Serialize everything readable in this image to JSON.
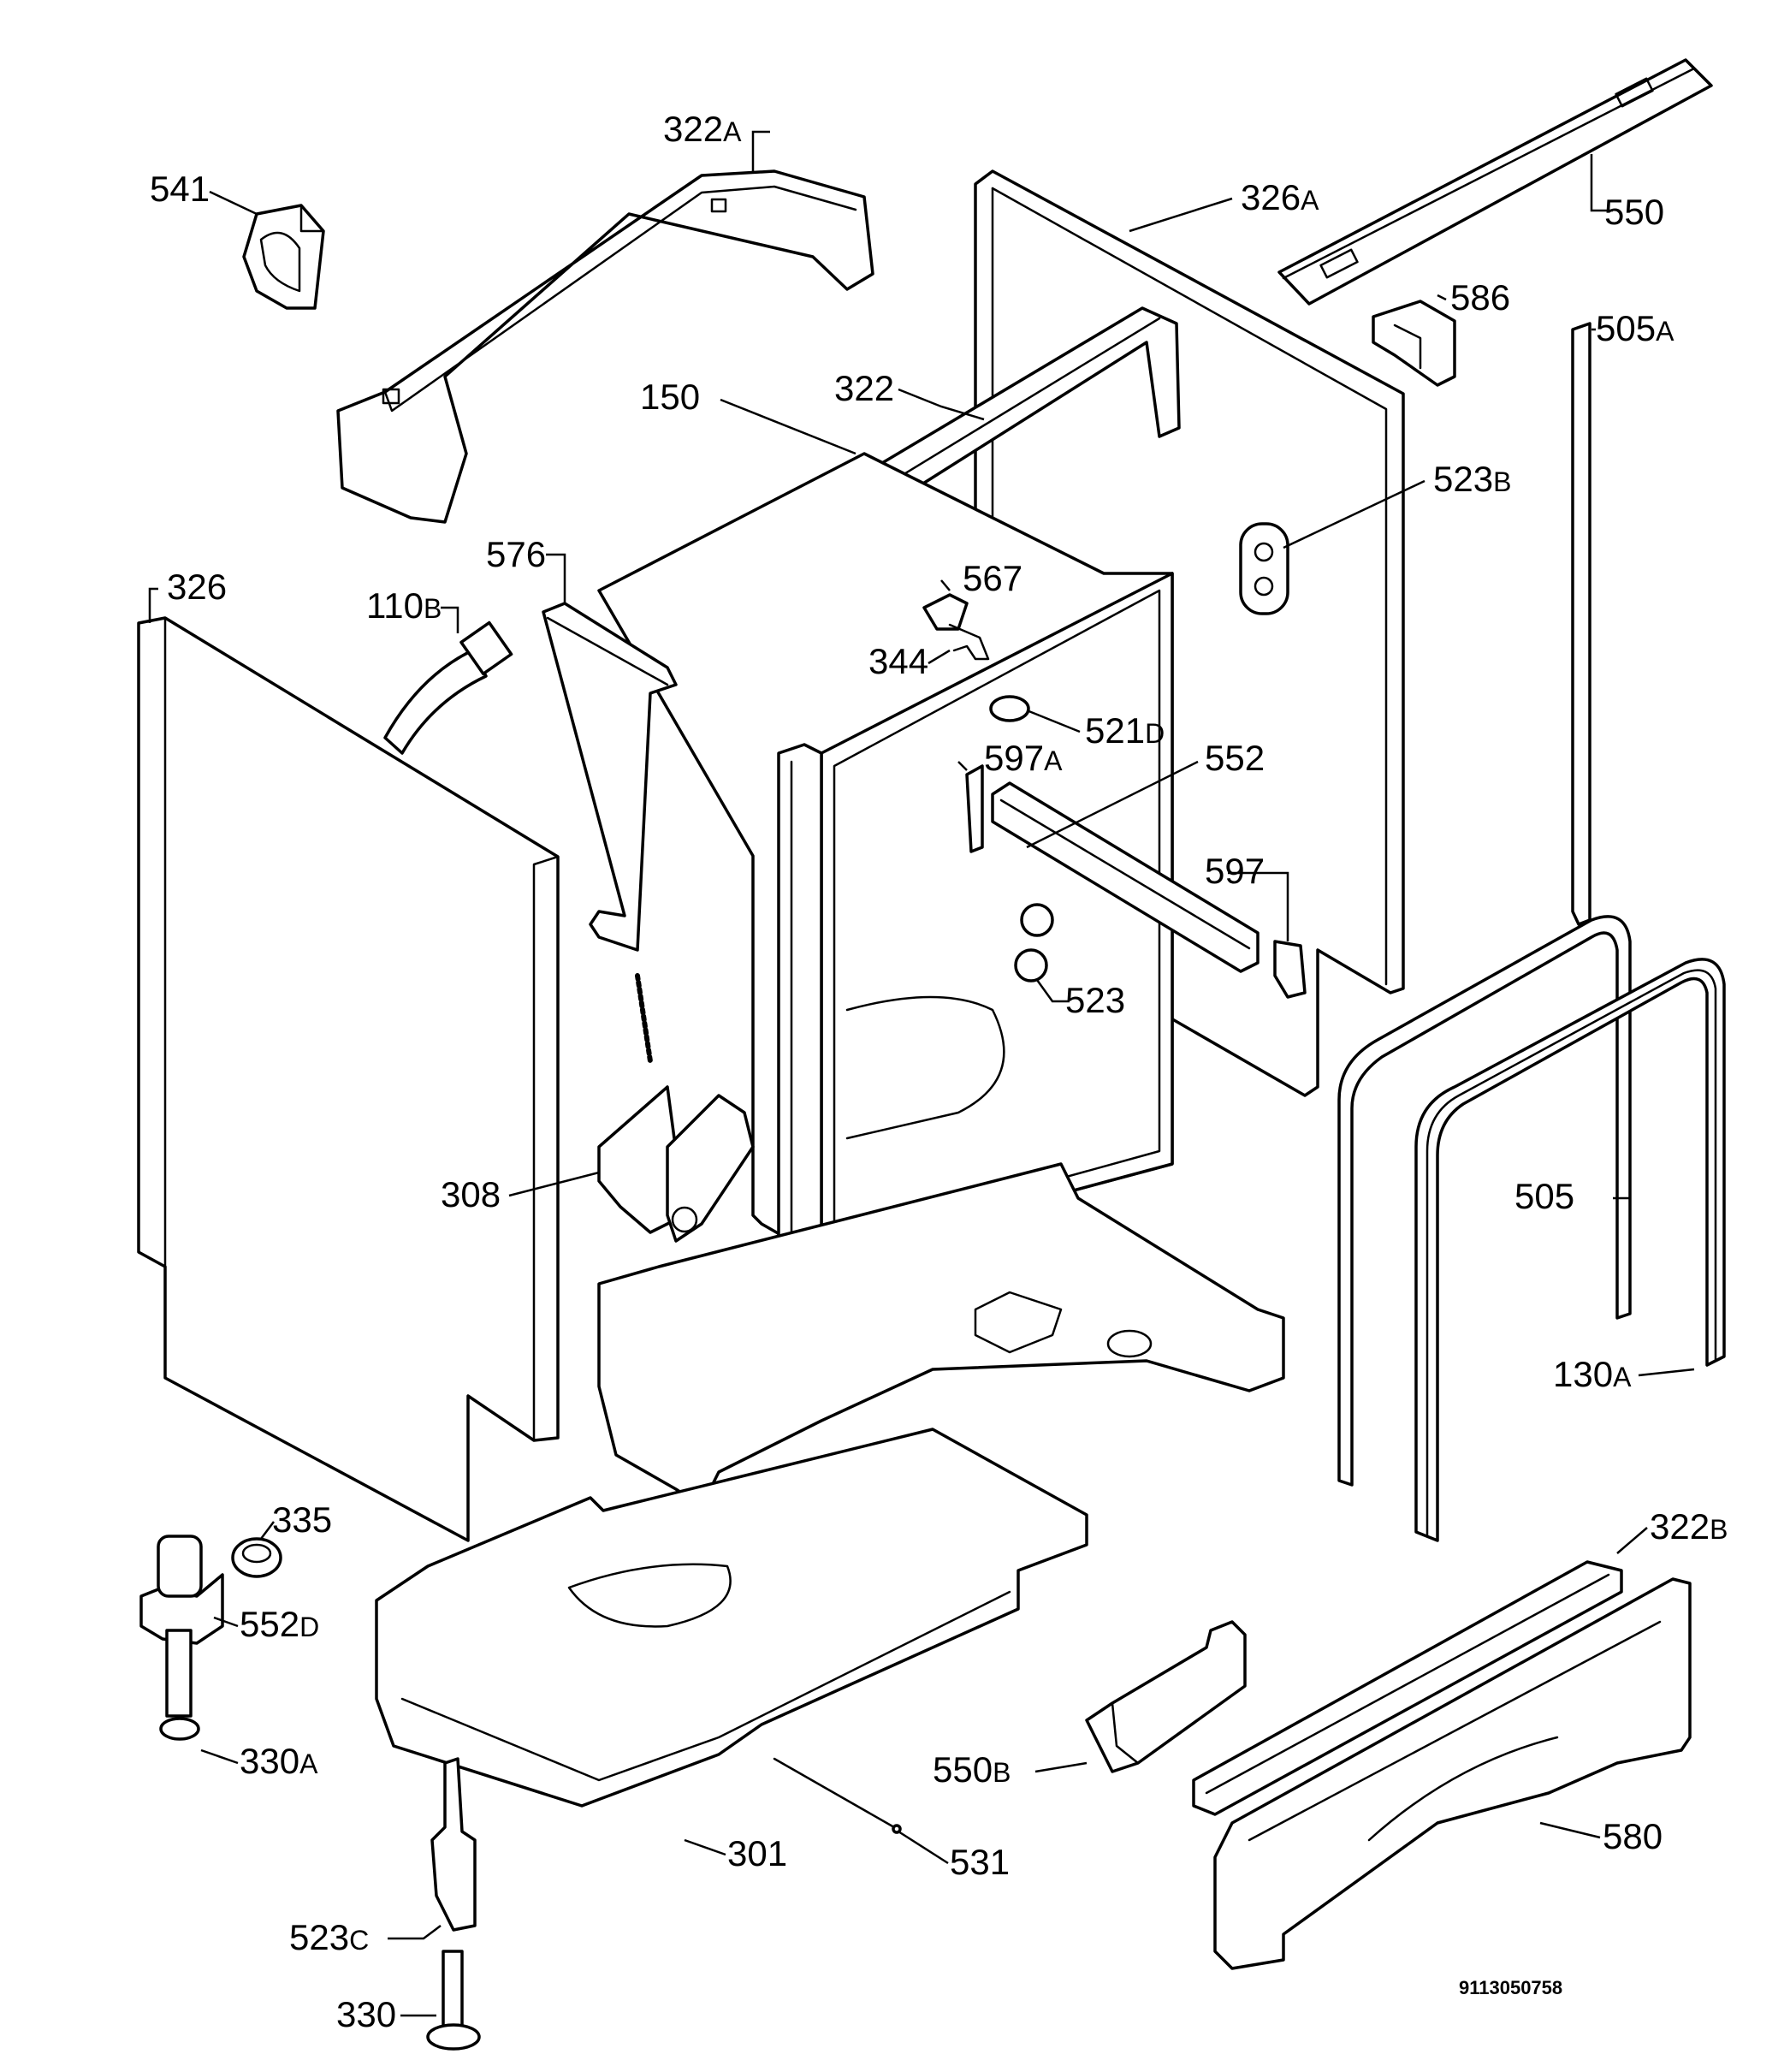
{
  "diagram": {
    "reference_code": "9113050758",
    "labels": [
      {
        "id": "322a",
        "num": "322",
        "suffix": "A"
      },
      {
        "id": "541",
        "num": "541",
        "suffix": ""
      },
      {
        "id": "326a",
        "num": "326",
        "suffix": "A"
      },
      {
        "id": "550",
        "num": "550",
        "suffix": ""
      },
      {
        "id": "586",
        "num": "586",
        "suffix": ""
      },
      {
        "id": "505a",
        "num": "505",
        "suffix": "A"
      },
      {
        "id": "150",
        "num": "150",
        "suffix": ""
      },
      {
        "id": "322",
        "num": "322",
        "suffix": ""
      },
      {
        "id": "523b",
        "num": "523",
        "suffix": "B"
      },
      {
        "id": "576",
        "num": "576",
        "suffix": ""
      },
      {
        "id": "567",
        "num": "567",
        "suffix": ""
      },
      {
        "id": "326",
        "num": "326",
        "suffix": ""
      },
      {
        "id": "110b",
        "num": "110",
        "suffix": "B"
      },
      {
        "id": "344",
        "num": "344",
        "suffix": ""
      },
      {
        "id": "521d",
        "num": "521",
        "suffix": "D"
      },
      {
        "id": "597a",
        "num": "597",
        "suffix": "A"
      },
      {
        "id": "552",
        "num": "552",
        "suffix": ""
      },
      {
        "id": "597",
        "num": "597",
        "suffix": ""
      },
      {
        "id": "523",
        "num": "523",
        "suffix": ""
      },
      {
        "id": "308",
        "num": "308",
        "suffix": ""
      },
      {
        "id": "505",
        "num": "505",
        "suffix": ""
      },
      {
        "id": "130a",
        "num": "130",
        "suffix": "A"
      },
      {
        "id": "335",
        "num": "335",
        "suffix": ""
      },
      {
        "id": "322b",
        "num": "322",
        "suffix": "B"
      },
      {
        "id": "552d",
        "num": "552",
        "suffix": "D"
      },
      {
        "id": "330a",
        "num": "330",
        "suffix": "A"
      },
      {
        "id": "550b",
        "num": "550",
        "suffix": "B"
      },
      {
        "id": "580",
        "num": "580",
        "suffix": ""
      },
      {
        "id": "301",
        "num": "301",
        "suffix": ""
      },
      {
        "id": "531",
        "num": "531",
        "suffix": ""
      },
      {
        "id": "523c",
        "num": "523",
        "suffix": "C"
      },
      {
        "id": "330",
        "num": "330",
        "suffix": ""
      }
    ]
  }
}
